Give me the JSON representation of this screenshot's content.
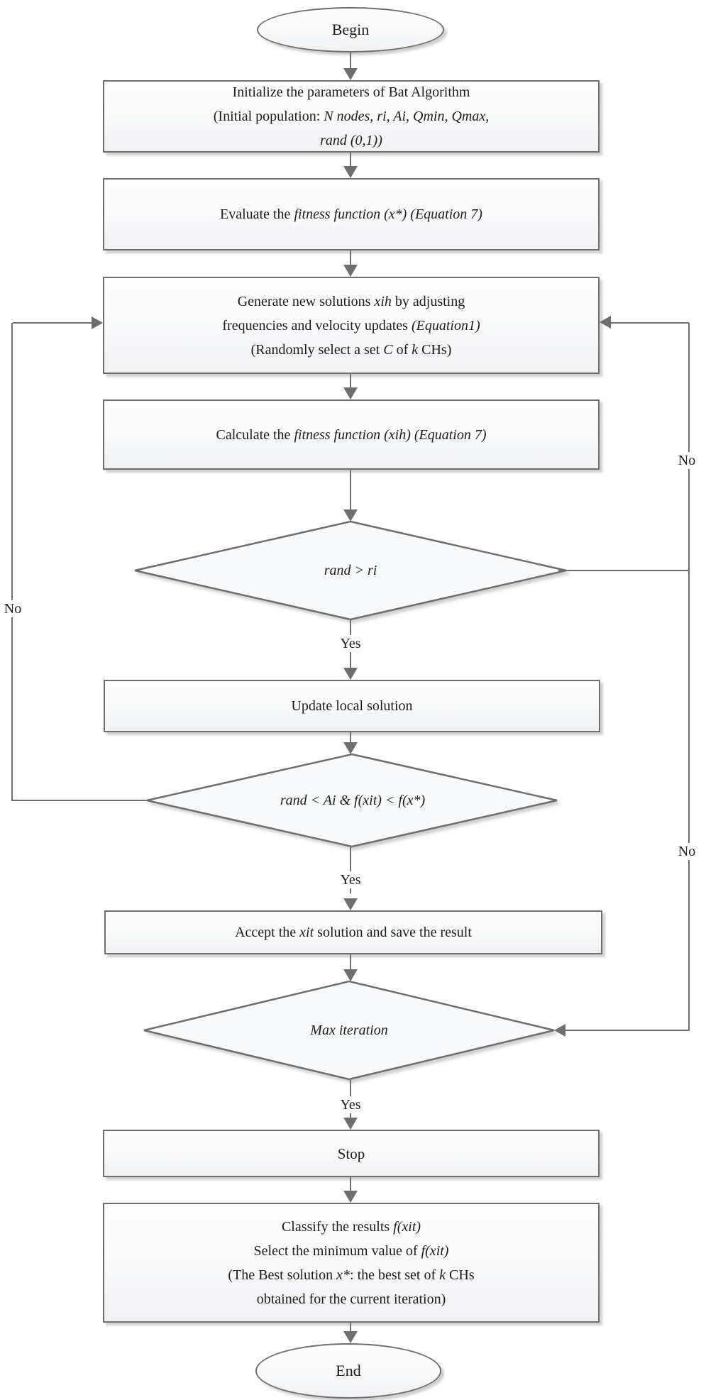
{
  "labels": {
    "yes": "Yes",
    "no": "No"
  },
  "colors": {
    "line": "#6e6e6e",
    "shape_border": "#6e6e6e",
    "shape_fill_top": "#fefefe",
    "shape_fill_bottom": "#f0f1f3",
    "text": "#1c1c1c",
    "background": "#ffffff"
  },
  "nodes": {
    "begin": {
      "text": "Begin"
    },
    "box1": {
      "lines": [
        [
          {
            "t": "Initialize the parameters of Bat Algorithm"
          }
        ],
        [
          {
            "t": "(Initial population: "
          },
          {
            "t": "N nodes, ri, Ai, Qmin, Qmax,"
          }
        ],
        [
          {
            "t": "rand (0,1))"
          }
        ]
      ]
    },
    "box2": {
      "lines": [
        [
          {
            "t": "Evaluate the "
          },
          {
            "t": "fitness function (x*) (Equation 7)"
          }
        ]
      ]
    },
    "box3": {
      "lines": [
        [
          {
            "t": "Generate new solutions "
          },
          {
            "t": "xih"
          },
          {
            "t": " by adjusting"
          }
        ],
        [
          {
            "t": "frequencies and velocity updates "
          },
          {
            "t": "(Equation1)"
          }
        ],
        [
          {
            "t": "(Randomly select a set "
          },
          {
            "t": "C"
          },
          {
            "t": " of "
          },
          {
            "t": "k"
          },
          {
            "t": " CHs)"
          }
        ]
      ]
    },
    "box4": {
      "lines": [
        [
          {
            "t": "Calculate the "
          },
          {
            "t": "fitness function (xih) (Equation 7)"
          }
        ]
      ]
    },
    "diamond1": {
      "text": "rand > ri"
    },
    "box5": {
      "lines": [
        [
          {
            "t": "Update local solution"
          }
        ]
      ]
    },
    "diamond2": {
      "text": "rand < Ai & f(xit) < f(x*)"
    },
    "box6": {
      "lines": [
        [
          {
            "t": "Accept the "
          },
          {
            "t": "xit"
          },
          {
            "t": " solution and save the result"
          }
        ]
      ]
    },
    "diamond3": {
      "text": "Max iteration"
    },
    "box7": {
      "lines": [
        [
          {
            "t": "Stop"
          }
        ]
      ]
    },
    "box8": {
      "lines": [
        [
          {
            "t": "Classify the results "
          },
          {
            "t": "f(xit)"
          }
        ],
        [
          {
            "t": "Select the minimum value of "
          },
          {
            "t": "f(xit)"
          }
        ],
        [
          {
            "t": "(The Best solution "
          },
          {
            "t": "x*"
          },
          {
            "t": ": the best set of "
          },
          {
            "t": "k"
          },
          {
            "t": " CHs"
          }
        ],
        [
          {
            "t": "obtained for the current iteration)"
          }
        ]
      ]
    },
    "end": {
      "text": "End"
    }
  }
}
